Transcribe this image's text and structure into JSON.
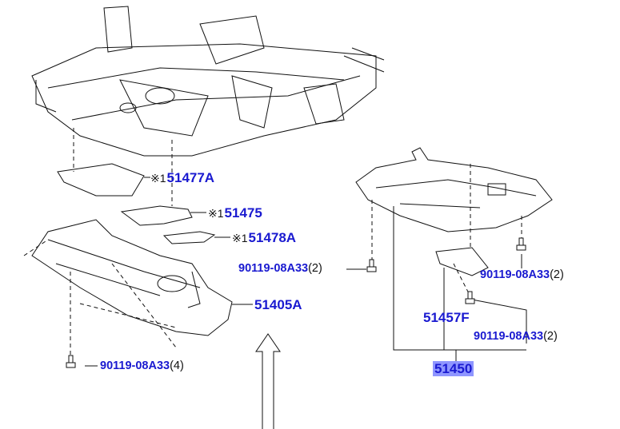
{
  "labels": {
    "part_51477A": {
      "mark": "※1",
      "number": "51477A"
    },
    "part_51475": {
      "mark": "※1",
      "number": "51475"
    },
    "part_51478A": {
      "mark": "※1",
      "number": "51478A"
    },
    "bolt_center": {
      "number": "90119-08A33",
      "qty": "(2)"
    },
    "part_51405A": {
      "number": "51405A"
    },
    "bolt_left": {
      "number": "90119-08A33",
      "qty": "(4)"
    },
    "bolt_right_upper": {
      "number": "90119-08A33",
      "qty": "(2)"
    },
    "part_51457F": {
      "number": "51457F"
    },
    "bolt_right_lower": {
      "number": "90119-08A33",
      "qty": "(2)"
    },
    "part_51450": {
      "number": "51450"
    }
  },
  "colors": {
    "label": "#1a1ad0",
    "highlight": "#8f96ff",
    "line": "#111111"
  }
}
